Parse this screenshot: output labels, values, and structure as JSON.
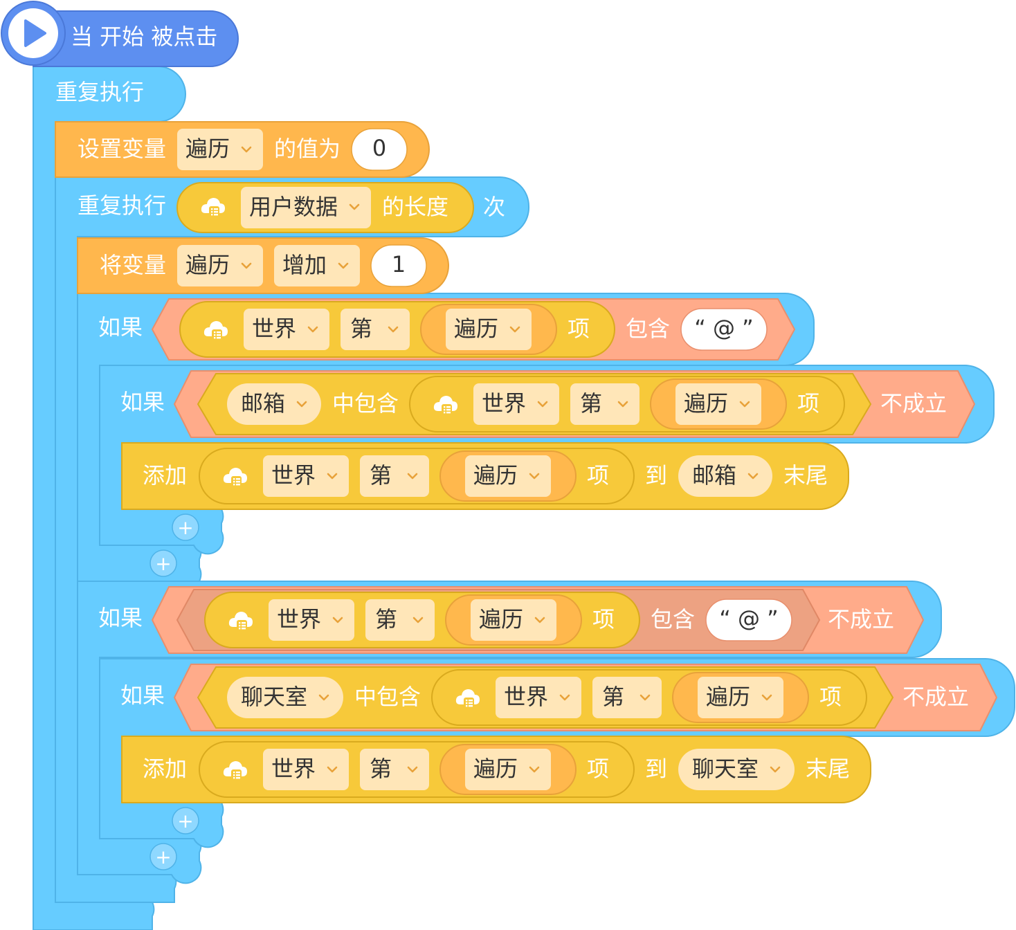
{
  "palette": {
    "event_blue": "#5d8ff0",
    "control_cyan": "#66ccff",
    "control_cyan_edge": "#4fb3e8",
    "variable_orange": "#ffb74d",
    "variable_edge": "#e8a23a",
    "list_yellow": "#f7c93a",
    "list_edge": "#d9aa1e",
    "operator_salmon": "#ffab8a",
    "operator_edge": "#e88f6d",
    "dropdown_fill": "#ffe6b8",
    "reporter_fill": "#ffb84d"
  },
  "event": {
    "label": "当 开始 被点击",
    "icon": "play-icon"
  },
  "forever": {
    "label": "重复执行"
  },
  "set_var": {
    "label": "设置变量",
    "var": "遍历",
    "to": "的值为",
    "value": "0"
  },
  "repeat": {
    "label": "重复执行",
    "list": "用户数据",
    "length": "的长度",
    "times": "次",
    "icon": "cloud-list-icon"
  },
  "change_var": {
    "label": "将变量",
    "var": "遍历",
    "op": "增加",
    "value": "1"
  },
  "if1": {
    "label": "如果",
    "list": "世界",
    "nth": "第",
    "index": "遍历",
    "item": "项",
    "contains": "包含",
    "text": "“ @ ”",
    "inner_if": {
      "label": "如果",
      "list_a": "邮箱",
      "contains": "中包含",
      "list": "世界",
      "nth": "第",
      "index": "遍历",
      "item": "项",
      "not": "不成立"
    },
    "add": {
      "label": "添加",
      "list": "世界",
      "nth": "第",
      "index": "遍历",
      "item": "项",
      "to": "到",
      "target": "邮箱",
      "end": "末尾"
    }
  },
  "if2": {
    "label": "如果",
    "list": "世界",
    "nth": "第",
    "index": "遍历",
    "item": "项",
    "contains": "包含",
    "text": "“ @ ”",
    "not": "不成立",
    "inner_if": {
      "label": "如果",
      "list_a": "聊天室",
      "contains": "中包含",
      "list": "世界",
      "nth": "第",
      "index": "遍历",
      "item": "项",
      "not": "不成立"
    },
    "add": {
      "label": "添加",
      "list": "世界",
      "nth": "第",
      "index": "遍历",
      "item": "项",
      "to": "到",
      "target": "聊天室",
      "end": "末尾"
    }
  },
  "add_else": {
    "symbol": "+"
  }
}
